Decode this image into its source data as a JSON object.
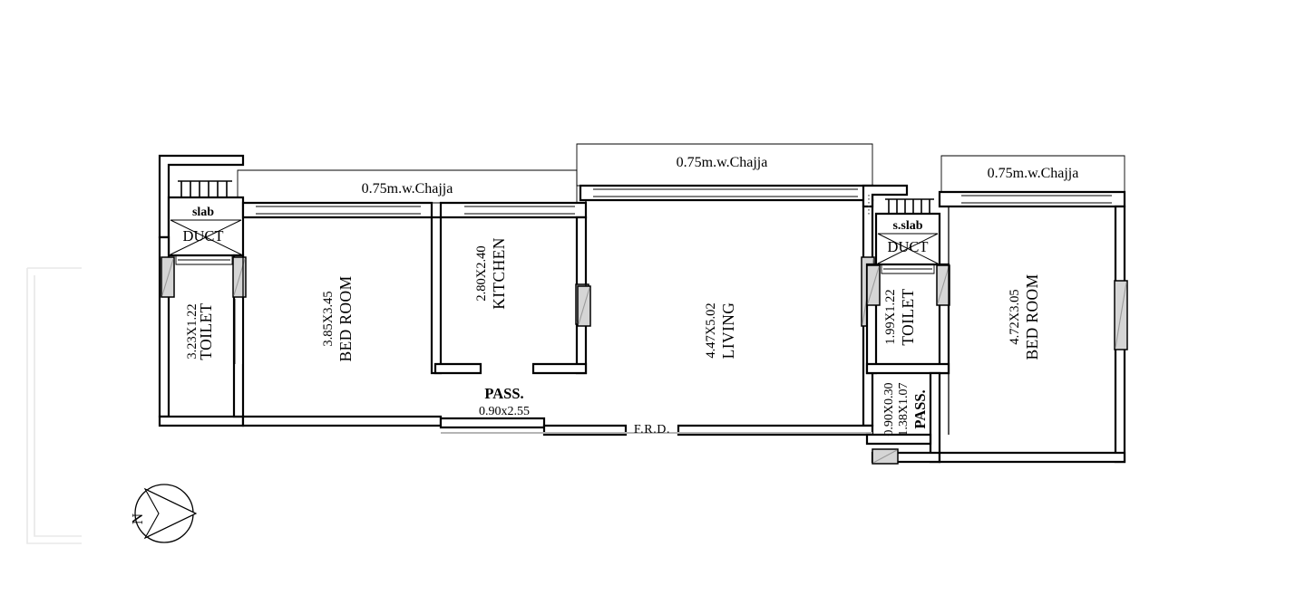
{
  "drawing": {
    "type": "architectural-floor-plan",
    "title": "Residential Unit Floor Plan",
    "background_color": "#ffffff",
    "line_color": "#000000",
    "shade_color": "#d5d5d5"
  },
  "rooms": [
    {
      "id": "toilet-left",
      "name": "TOILET",
      "dimensions": "3.23X1.22",
      "orientation": "vertical"
    },
    {
      "id": "bedroom-left",
      "name": "BED ROOM",
      "dimensions": "3.85X3.45",
      "orientation": "vertical"
    },
    {
      "id": "kitchen",
      "name": "KITCHEN",
      "dimensions": "2.80X2.40",
      "orientation": "vertical"
    },
    {
      "id": "living",
      "name": "LIVING",
      "dimensions": "4.47X5.02",
      "orientation": "vertical"
    },
    {
      "id": "toilet-right",
      "name": "TOILET",
      "dimensions": "1.99X1.22",
      "orientation": "vertical"
    },
    {
      "id": "bedroom-right",
      "name": "BED ROOM",
      "dimensions": "4.72X3.05",
      "orientation": "vertical"
    }
  ],
  "passages": [
    {
      "id": "pass-center",
      "name": "PASS.",
      "dimensions": "0.90x2.55",
      "orientation": "horizontal"
    },
    {
      "id": "pass-right",
      "name": "PASS.",
      "dimensions_1": "1.38X1.07",
      "dimensions_2": "0.90X0.30",
      "orientation": "vertical"
    }
  ],
  "ducts": [
    {
      "id": "duct-left",
      "label": "DUCT",
      "slab_label": "slab"
    },
    {
      "id": "duct-right",
      "label": "DUCT",
      "slab_label": "s.slab"
    }
  ],
  "chajjas": [
    {
      "id": "chajja-left",
      "label": "0.75m.w.Chajja"
    },
    {
      "id": "chajja-center",
      "label": "0.75m.w.Chajja"
    },
    {
      "id": "chajja-right",
      "label": "0.75m.w.Chajja"
    }
  ],
  "annotations": [
    {
      "id": "frd",
      "label": "F.R.D."
    }
  ],
  "compass": {
    "id": "north-compass",
    "label": "N",
    "points_to": "east-right"
  }
}
